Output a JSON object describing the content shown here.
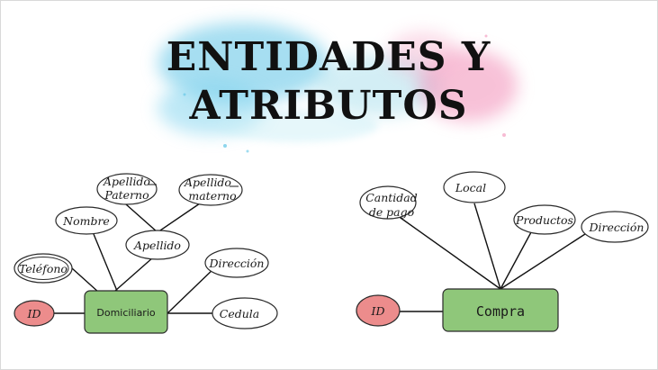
{
  "title": {
    "line1": "ENTIDADES Y",
    "line2": "ATRIBUTOS"
  },
  "colors": {
    "entity_fill": "#8fc77a",
    "key_attribute_fill": "#ec8c8c",
    "attribute_fill": "#ffffff",
    "line": "#111111",
    "watercolor_blue": "#5ec4e6",
    "watercolor_pink": "#f28fb8"
  },
  "diagram_left": {
    "entity": "Domiciliario",
    "key_attribute": "ID",
    "multivalued_attribute": "Teléfono",
    "attributes": {
      "nombre": "Nombre",
      "apellido": "Apellido",
      "apellido_paterno_1": "Apellido",
      "apellido_paterno_2": "Paterno",
      "apellido_materno_1": "Apellido",
      "apellido_materno_2": "materno",
      "direccion": "Dirección",
      "cedula": "Cedula"
    }
  },
  "diagram_right": {
    "entity": "Compra",
    "key_attribute": "ID",
    "attributes": {
      "cantidad_1": "Cantidad",
      "cantidad_2": "de pago",
      "local": "Local",
      "productos": "Productos",
      "direccion": "Dirección"
    }
  }
}
